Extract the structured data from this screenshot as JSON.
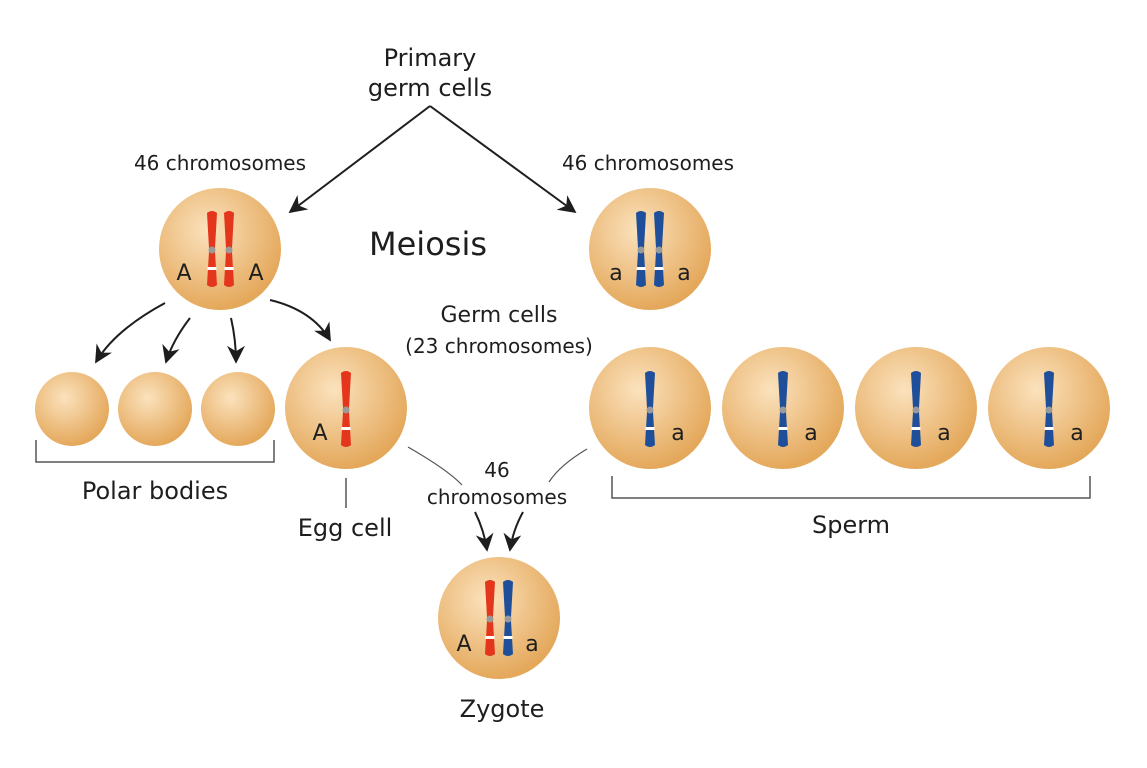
{
  "primary": {
    "line1": "Primary",
    "line2": "germ cells"
  },
  "meiosis_label": "Meiosis",
  "chromosome_count_maternal": "46 chromosomes",
  "chromosome_count_paternal": "46 chromosomes",
  "germ_cells": {
    "line1": "Germ cells",
    "line2": "(23 chromosomes)"
  },
  "polar_bodies_label": "Polar bodies",
  "egg_cell_label": "Egg cell",
  "sperm_label": "Sperm",
  "fertilization": {
    "line1": "46",
    "line2": "chromosomes"
  },
  "zygote_label": "Zygote",
  "alleles": {
    "maternal": "A",
    "paternal": "a"
  },
  "colors": {
    "maternal_chromosome": "#e3361c",
    "paternal_chromosome": "#1f4f9b",
    "cell_light": "#fbe2bd",
    "cell_dark": "#e4a85b",
    "centromere": "#9a9a9a"
  }
}
